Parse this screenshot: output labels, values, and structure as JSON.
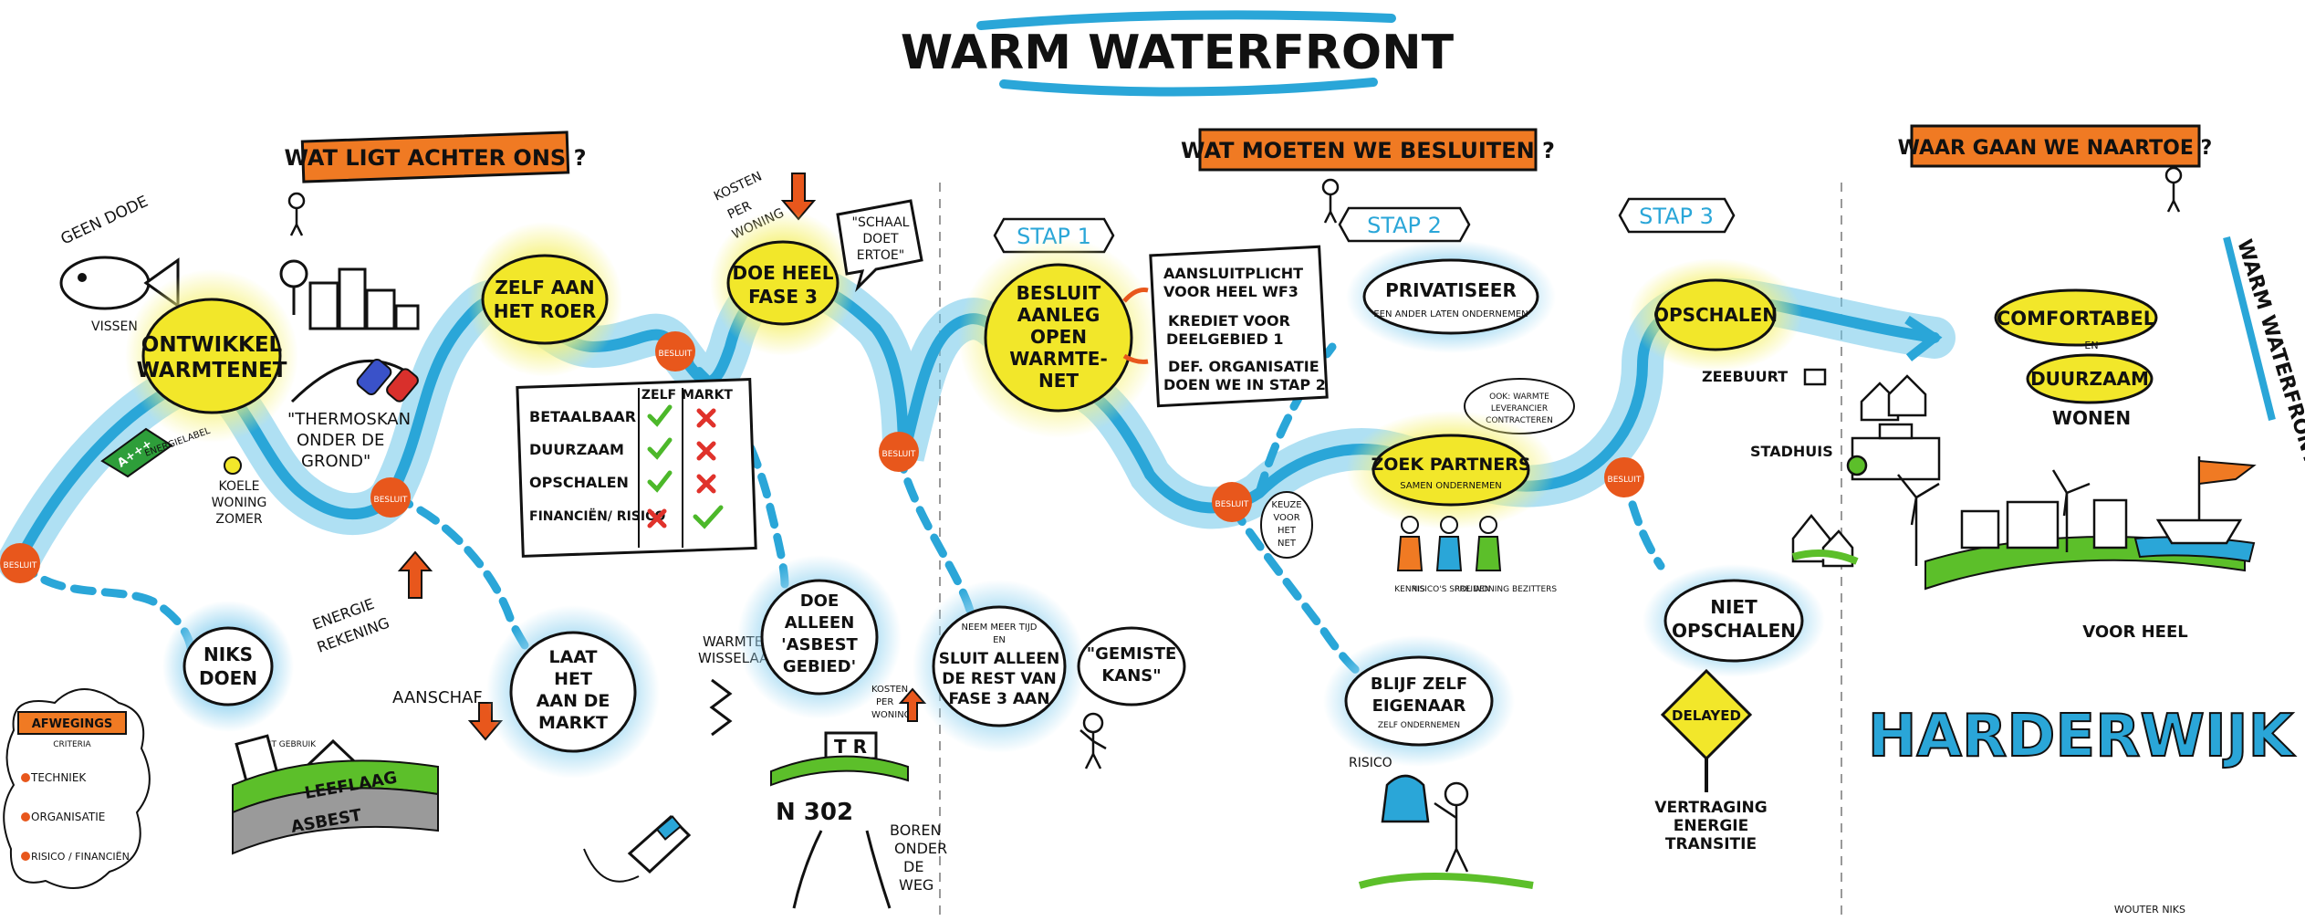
{
  "title": "WARM WATERFRONT",
  "colors": {
    "river": "#6ec6ea",
    "path": "#2aa6d8",
    "node": "#e8571c",
    "yellow": "#f2e72a",
    "banner": "#f07a23",
    "green": "#5cbf2a",
    "ink": "#111111"
  },
  "sections": {
    "past": "WAT LIGT ACHTER ONS ?",
    "decide": "WAT MOETEN WE BESLUITEN ?",
    "future": "WAAR GAAN WE NAARTOE ?"
  },
  "steps": {
    "s1": "STAP 1",
    "s2": "STAP 2",
    "s3": "STAP 3"
  },
  "besluit": "BESLUIT",
  "past": {
    "geen_dode_vissen": [
      "GEEN DODE",
      "VISSEN"
    ],
    "ontwikkel": [
      "ONTWIKKEL",
      "WARMTENET"
    ],
    "thermoskan": [
      "\"THERMOSKAN",
      "ONDER DE",
      "GROND\""
    ],
    "energielabel_badge": "A+++",
    "energielabel": "ENERGIELABEL",
    "koele": [
      "KOELE",
      "WONING",
      "ZOMER"
    ],
    "zelf_aan_het_roer": [
      "ZELF AAN",
      "HET ROER"
    ],
    "kosten_per_woning": [
      "KOSTEN",
      "PER",
      "WONING"
    ],
    "doe_heel_fase3": [
      "DOE HEEL",
      "FASE 3"
    ],
    "schaal_doet_ertoe": [
      "\"SCHAAL",
      "DOET",
      "ERTOE\""
    ],
    "table": {
      "headers": [
        "ZELF",
        "MARKT"
      ],
      "rows": [
        "BETAALBAAR",
        "DUURZAAM",
        "OPSCHALEN",
        "FINANCIËN/ RISICO"
      ]
    },
    "niks_doen": [
      "NIKS",
      "DOEN"
    ],
    "energierekening": [
      "ENERGIE",
      "REKENING"
    ],
    "aanschaf": "AANSCHAF",
    "vast_gebruik": "VAST GEBRUIK",
    "leeflaag": "LEEFLAAG",
    "asbest": "ASBEST",
    "laat_markt": [
      "LAAT",
      "HET",
      "AAN DE",
      "MARKT"
    ],
    "warmte_wisselaar": [
      "WARMTE",
      "WISSELAAR"
    ],
    "doe_alleen_asbest": [
      "DOE",
      "ALLEEN",
      "'ASBEST",
      "GEBIED'"
    ],
    "kosten_per_woning2": [
      "KOSTEN",
      "PER",
      "WONING"
    ],
    "tr": "T R",
    "n302": "N 302",
    "boren": [
      "BOREN",
      "ONDER",
      "DE",
      "WEG"
    ],
    "afwegingskriteria": [
      "AFWEGINGS",
      "CRITERIA"
    ],
    "criteria": [
      "TECHNIEK",
      "ORGANISATIE",
      "RISICO / FINANCIËN"
    ]
  },
  "decide": {
    "besluit_aanleg": [
      "BESLUIT",
      "AANLEG",
      "OPEN",
      "WARMTE-",
      "NET"
    ],
    "aansluitplicht": [
      "AANSLUITPLICHT",
      "VOOR HEEL WF3",
      "KREDIET VOOR",
      "DEELGEBIED 1",
      "DEF. ORGANISATIE",
      "DOEN WE IN STAP 2"
    ],
    "privatiseer": "PRIVATISEER",
    "privatiseer_sub": "EEN ANDER LATEN ONDERNEMEN",
    "ook_warmte": [
      "OOK: WARMTE",
      "LEVERANCIER",
      "CONTRACTEREN"
    ],
    "zoek_partners": "ZOEK PARTNERS",
    "zoek_partners_sub": "SAMEN ONDERNEMEN",
    "keuze": [
      "KEUZE",
      "VOOR",
      "HET",
      "NET"
    ],
    "partners_labels": [
      "KENNIS",
      "RISICO'S SPREIDEN",
      "ROL WONING BEZITTERS"
    ],
    "neem_meer_tijd": [
      "NEEM MEER TIJD",
      "EN",
      "SLUIT ALLEEN",
      "DE REST VAN",
      "FASE 3 AAN"
    ],
    "gemiste_kans": [
      "\"GEMISTE",
      "KANS\""
    ],
    "blijf_zelf": [
      "BLIJF ZELF",
      "EIGENAAR"
    ],
    "blijf_zelf_sub": "ZELF ONDERNEMEN",
    "risico": "RISICO"
  },
  "future": {
    "opschalen": "OPSCHALEN",
    "zeebuurt": "ZEEBUURT",
    "stadhuis": "STADHUIS",
    "niet_opschalen": [
      "NIET",
      "OPSCHALEN"
    ],
    "delayed": "DELAYED",
    "vertraging": [
      "VERTRAGING",
      "ENERGIE",
      "TRANSITIE"
    ],
    "comfortabel": "COMFORTABEL",
    "en": "EN",
    "duurzaam": "DUURZAAM",
    "wonen": "WONEN",
    "warm_waterfront_vert": "WARM WATERFRONT",
    "voor_heel": "VOOR HEEL",
    "harderwijk": "HARDERWIJK",
    "signature": "WOUTER NIKS"
  }
}
